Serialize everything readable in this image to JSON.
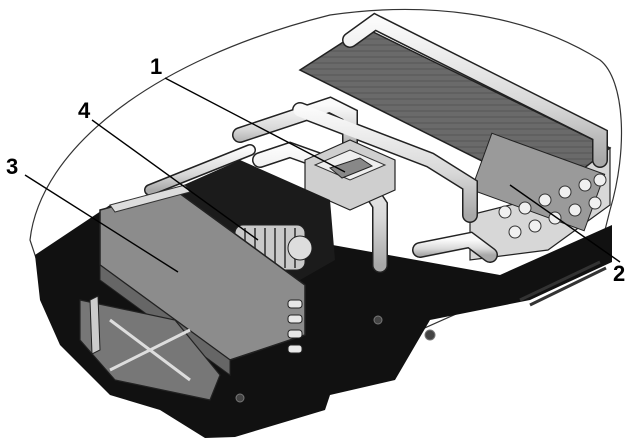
{
  "callouts": [
    {
      "label": "1"
    },
    {
      "label": "2"
    },
    {
      "label": "3"
    },
    {
      "label": "4"
    }
  ],
  "colors": {
    "base": "#111111",
    "outline": "#222222",
    "panel": "#8f8f8f",
    "coil": "#5a5a5a",
    "pipe": "#e4e4e4",
    "background": "#ffffff"
  }
}
